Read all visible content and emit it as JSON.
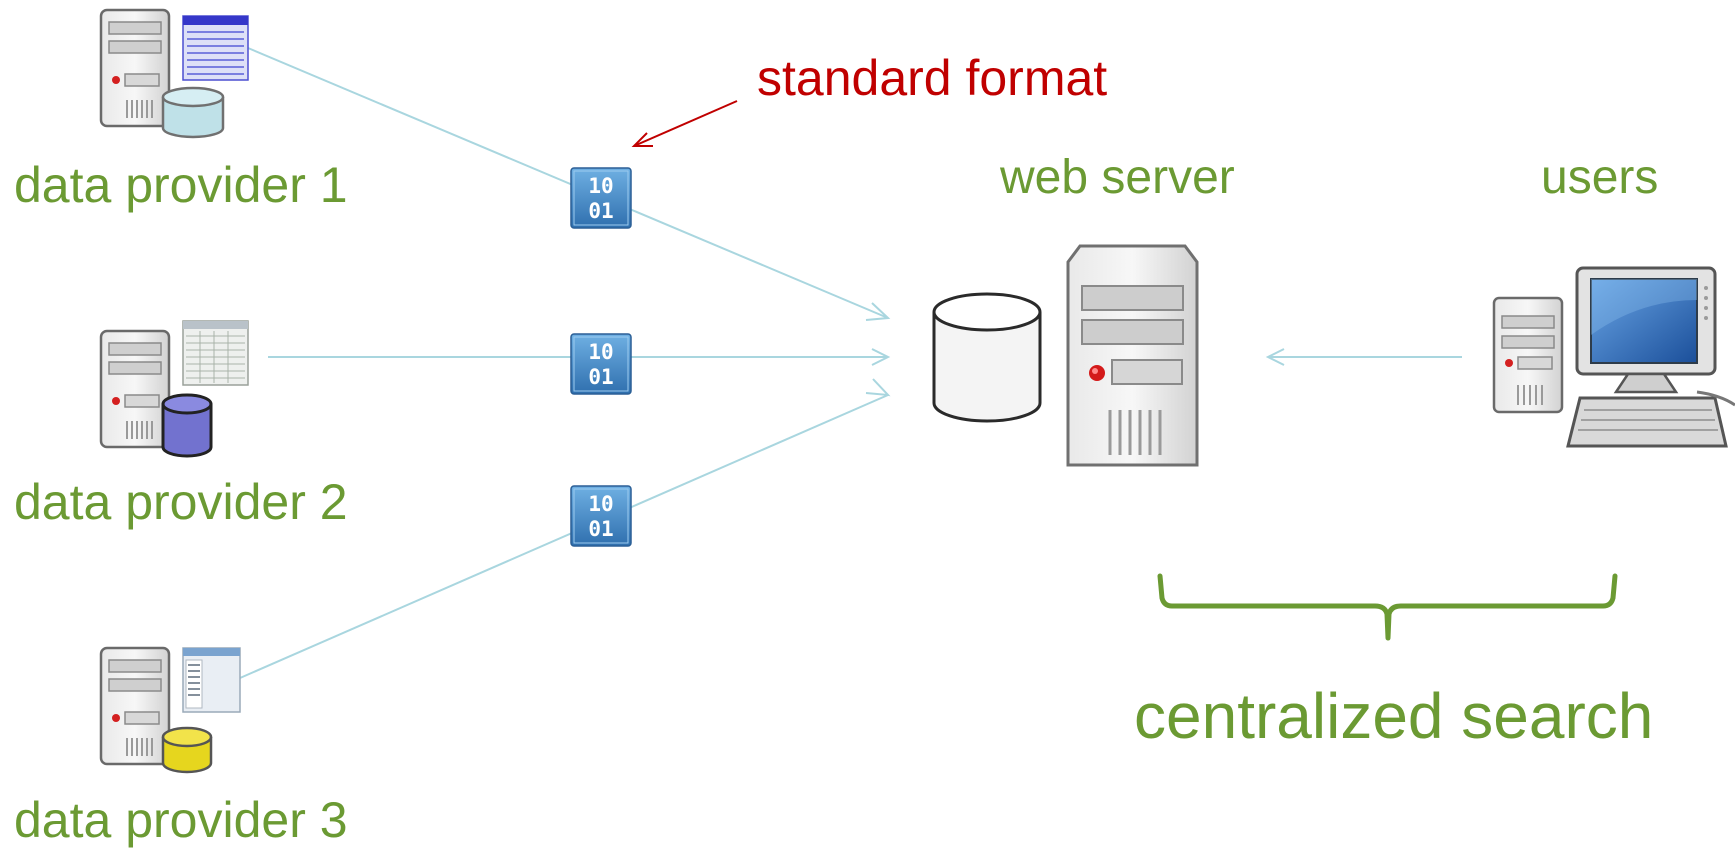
{
  "labels": {
    "provider_1": "data provider 1",
    "provider_2": "data provider 2",
    "provider_3": "data provider 3",
    "standard_format": "standard format",
    "web_server": "web server",
    "users": "users",
    "centralized_search": "centralized search"
  },
  "format_icon": {
    "top_digits": "10",
    "bottom_digits": "01"
  },
  "icons": {
    "provider_server": "server-tower-icon",
    "provider_db": "database-icon",
    "provider_screen": "spreadsheet-screenshot-icon",
    "format": "binary-data-icon",
    "web_db": "database-icon",
    "web_server": "server-tower-icon",
    "user_workstation": "desktop-computer-icon"
  },
  "colors": {
    "label_green": "#6b9a33",
    "label_red": "#c00000",
    "flow_line": "#a9d6df",
    "db_provider_1": "#bfe1e8",
    "db_provider_2": "#7272cf",
    "db_provider_3": "#e6d61e",
    "binary_icon": "#3f88c5"
  }
}
